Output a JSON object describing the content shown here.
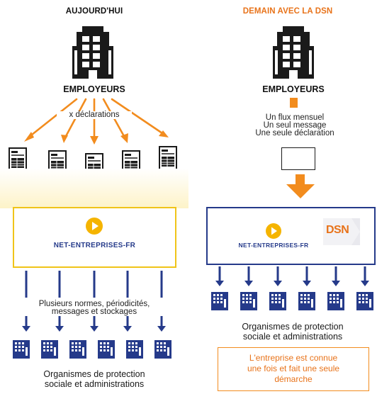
{
  "left": {
    "title": "AUJOURD'HUI",
    "employers": "EMPLOYEURS",
    "declarations": "x déclarations",
    "platform": "NET-ENTREPRISES-FR",
    "norms": [
      "Plusieurs normes, périodicités,",
      "messages et stockages"
    ],
    "organisms": [
      "Organismes de protection",
      "sociale et administrations"
    ]
  },
  "right": {
    "title": "DEMAIN AVEC LA DSN",
    "employers": "EMPLOYEURS",
    "flow": [
      "Un flux mensuel",
      "Un seul message",
      "Une seule déclaration"
    ],
    "platform": "NET-ENTREPRISES-FR",
    "dsn_logo": "DSN",
    "organisms": [
      "Organismes de protection",
      "sociale et administrations"
    ],
    "conclusion": [
      "L'entreprise est connue",
      "une fois et fait une seule",
      "démarche"
    ]
  },
  "colors": {
    "orange": "#f28c1e",
    "navy": "#253a8a",
    "yellow": "#f0c419"
  },
  "icons": [
    "building-icon",
    "document-icon",
    "play-icon",
    "org-building-icon",
    "arrow-icon"
  ]
}
